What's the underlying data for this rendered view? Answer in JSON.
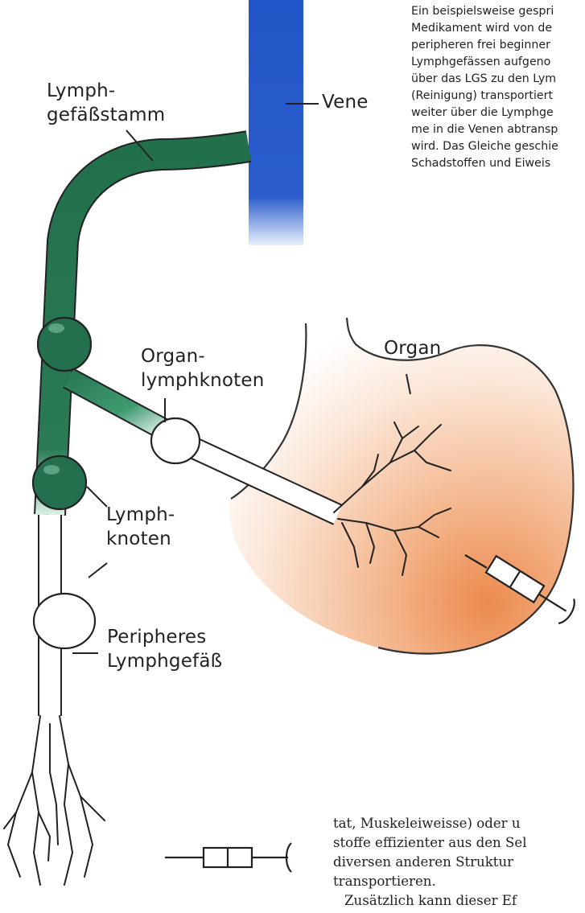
{
  "labels": {
    "lymphgefaessstamm": "Lymph-\ngefäßstamm",
    "vene": "Vene",
    "organ_lymphknoten": "Organ-\nlymphknoten",
    "organ": "Organ",
    "lymphknoten": "Lymph-\nknoten",
    "peripheres_lymphgefaess": "Peripheres\nLymphgefäß"
  },
  "side_text": [
    "Ein beispielsweise gespri",
    "Medikament wird von de",
    "peripheren frei beginner",
    "Lymphgefässen aufgeno",
    "über das LGS zu den Lym",
    "(Reinigung) transportiert",
    "weiter über die Lymphge",
    "me in die Venen abtransp",
    "wird. Das Gleiche geschie",
    "Schadstoffen und Eiweis"
  ],
  "body_text": [
    "tat, Muskeleiweisse) oder u",
    "stoffe effizienter aus den Sel",
    "diversen anderen Struktur",
    "transportieren.",
    "Zusätzlich kann dieser Ef"
  ],
  "colors": {
    "vein": "#2a5ccc",
    "lymph_trunk": "#1f6e4a",
    "organ_fill": "#f1a472"
  }
}
